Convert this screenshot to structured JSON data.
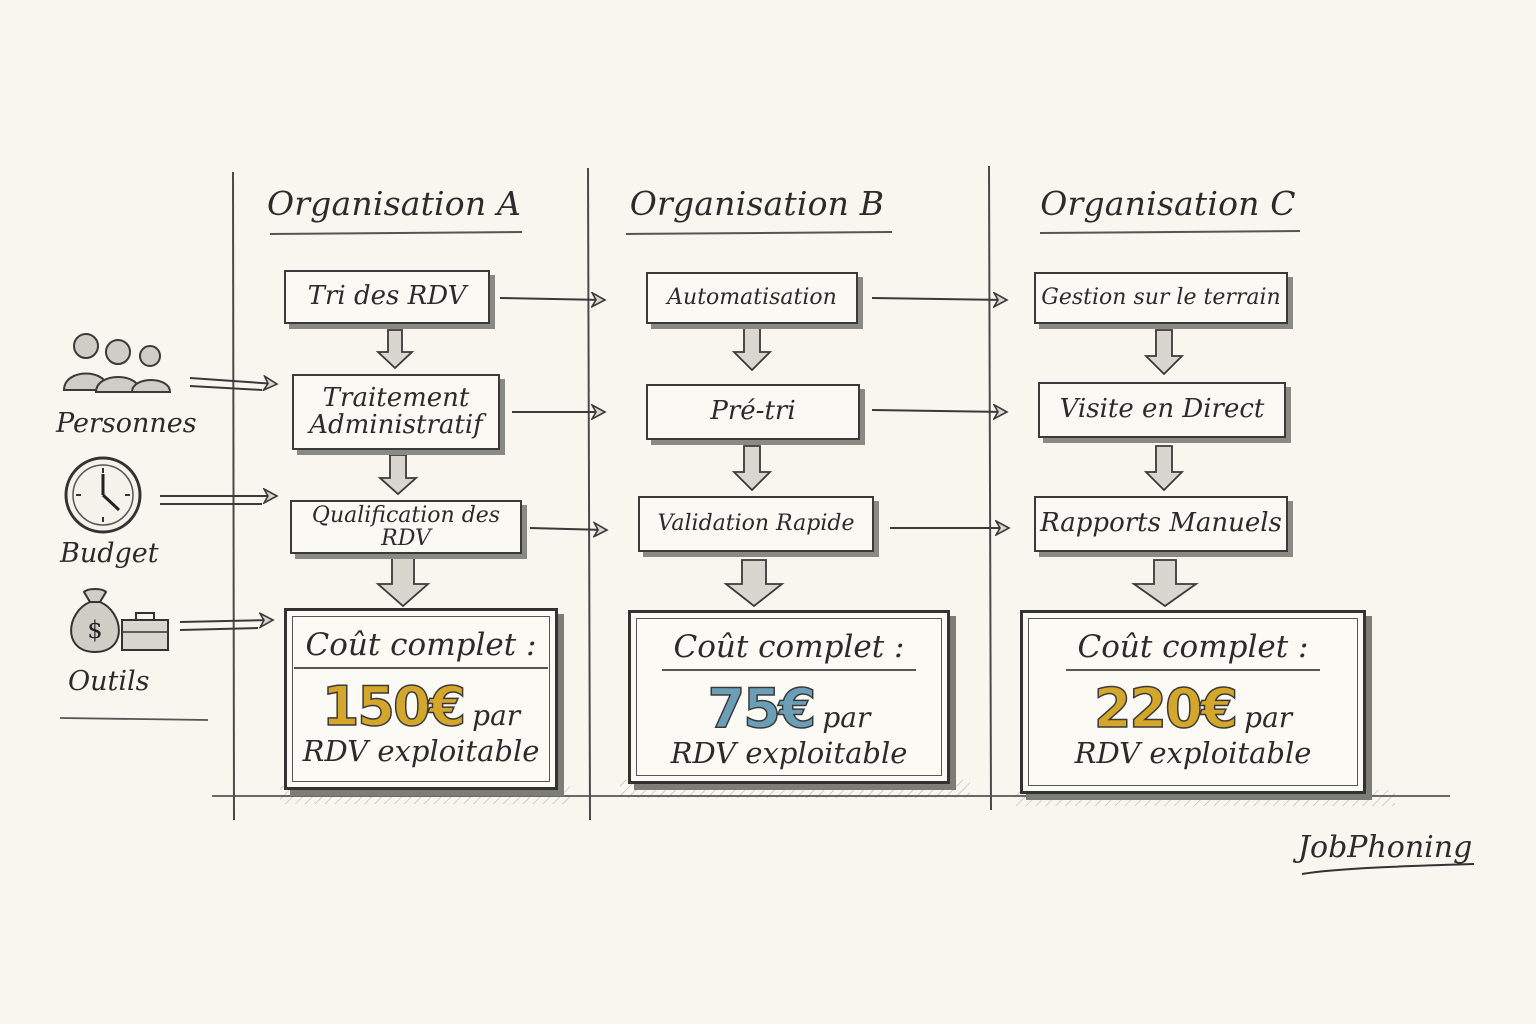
{
  "resources": {
    "people": "Personnes",
    "budget": "Budget",
    "tools": "Outils"
  },
  "columns": [
    {
      "title": "Organisation A",
      "steps": [
        "Tri des RDV",
        "Traitement\nAdministratif",
        "Qualification des RDV"
      ],
      "cost_label": "Coût complet :",
      "cost_amount": "150€",
      "cost_par": "par",
      "cost_unit": "RDV exploitable",
      "accent": "#d4a62a"
    },
    {
      "title": "Organisation B",
      "steps": [
        "Automatisation",
        "Pré-tri",
        "Validation Rapide"
      ],
      "cost_label": "Coût complet :",
      "cost_amount": "75€",
      "cost_par": "par",
      "cost_unit": "RDV exploitable",
      "accent": "#6b9fb8"
    },
    {
      "title": "Organisation C",
      "steps": [
        "Gestion sur le terrain",
        "Visite en Direct",
        "Rapports Manuels"
      ],
      "cost_label": "Coût complet :",
      "cost_amount": "220€",
      "cost_par": "par",
      "cost_unit": "RDV exploitable",
      "accent": "#d4a62a"
    }
  ],
  "brand": "JobPhoning"
}
